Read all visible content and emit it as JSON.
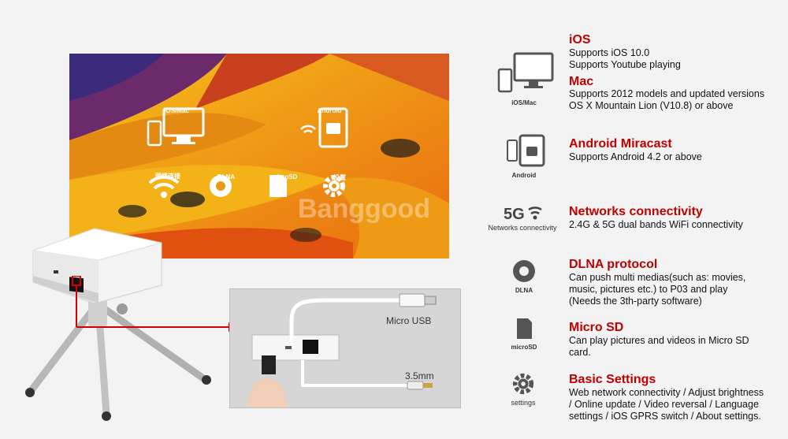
{
  "screen_icons": [
    {
      "icon": "ios-mac-icon",
      "label": "iOS/Mac"
    },
    {
      "icon": "android-icon",
      "label": "Android"
    },
    {
      "icon": "wifi-icon",
      "label": "网络连接"
    },
    {
      "icon": "dlna-icon",
      "label": "DLNA"
    },
    {
      "icon": "microsd-icon",
      "label": "microSD"
    },
    {
      "icon": "settings-icon",
      "label": "设置"
    }
  ],
  "watermark": "Banggood",
  "inset": {
    "micro_usb": "Micro USB",
    "audio": "3.5mm"
  },
  "features": [
    {
      "id": "ios",
      "icon": "ios-mac-icon",
      "icon_label": "iOS/Mac",
      "title": "iOS",
      "lines": [
        "Supports iOS 10.0",
        "Supports Youtube playing"
      ]
    },
    {
      "id": "mac",
      "icon": "",
      "icon_label": "",
      "title": "Mac",
      "lines": [
        "Supports 2012 models and updated versions",
        "OS X Mountain Lion (V10.8) or above"
      ]
    },
    {
      "id": "android",
      "icon": "android-icon",
      "icon_label": "Android",
      "title": "Android Miracast",
      "lines": [
        "Supports Android 4.2 or above"
      ]
    },
    {
      "id": "network",
      "icon": "5g-wifi-icon",
      "icon_label": "Networks connectivity",
      "title": "Networks connectivity",
      "lines": [
        "2.4G & 5G dual bands WiFi connectivity"
      ]
    },
    {
      "id": "dlna",
      "icon": "dlna-icon",
      "icon_label": "DLNA",
      "title": "DLNA protocol",
      "lines": [
        "Can push multi medias(such as: movies,",
        "music, pictures etc.) to P03 and play",
        "(Needs the 3th-party software)"
      ]
    },
    {
      "id": "microsd",
      "icon": "microsd-icon",
      "icon_label": "microSD",
      "title": "Micro SD",
      "lines": [
        "Can play pictures and videos in Micro SD",
        "card."
      ]
    },
    {
      "id": "settings",
      "icon": "settings-icon",
      "icon_label": "settings",
      "title": "Basic Settings",
      "lines": [
        "Web network connectivity / Adjust brightness",
        "/ Online update / Video reversal / Language",
        "settings / iOS GPRS switch / About settings."
      ]
    }
  ],
  "colors": {
    "title_red": "#c00000",
    "pointer_red": "#d40000"
  }
}
